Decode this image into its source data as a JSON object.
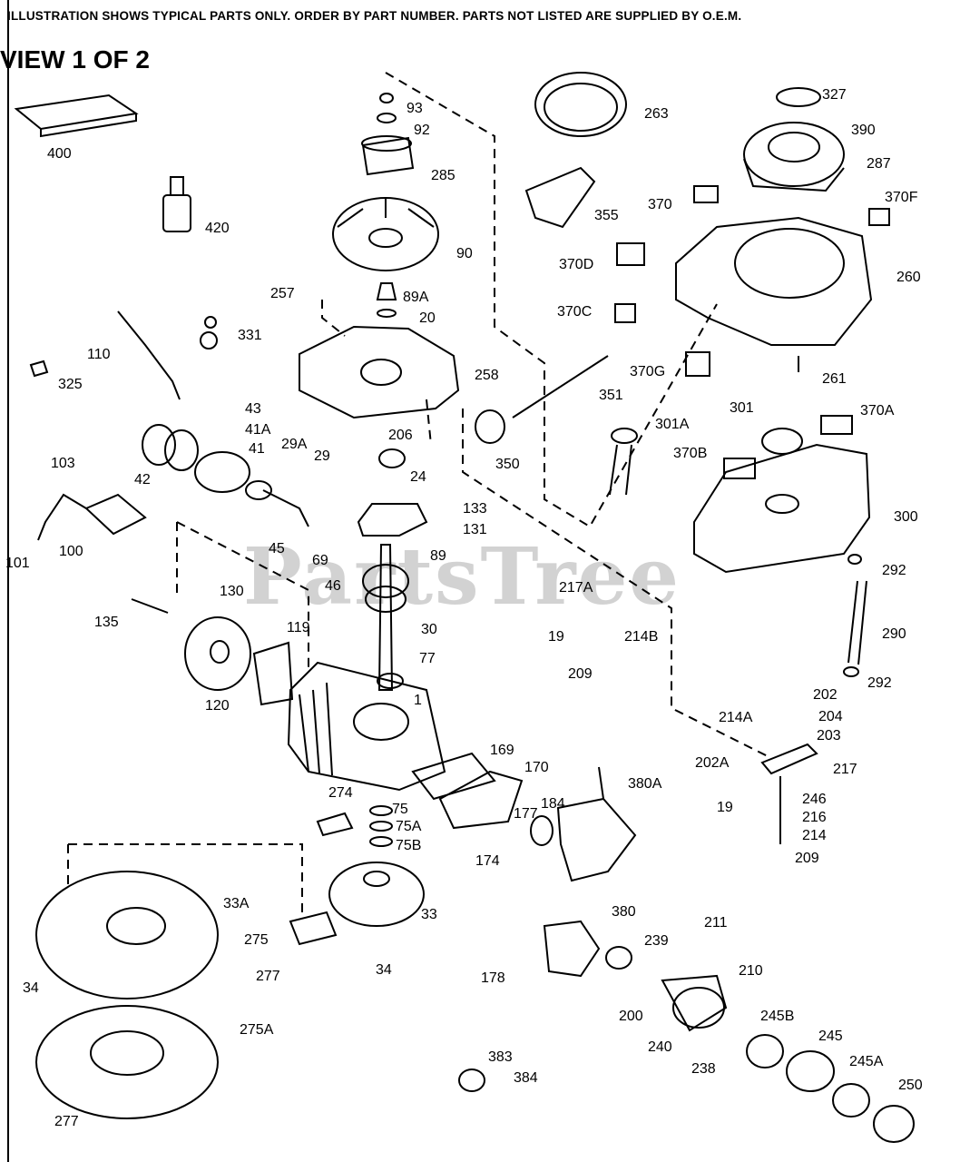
{
  "header": {
    "notice": "ILLUSTRATION SHOWS TYPICAL PARTS ONLY.  ORDER BY PART NUMBER.  PARTS NOT LISTED ARE SUPPLIED BY O.E.M.",
    "view_title": "VIEW 1 OF 2"
  },
  "watermark": "PartsTree",
  "parts": [
    "93",
    "92",
    "285",
    "90",
    "89A",
    "20",
    "257",
    "258",
    "206",
    "24",
    "263",
    "355",
    "327",
    "390",
    "287",
    "370",
    "370F",
    "370D",
    "260",
    "370C",
    "370G",
    "261",
    "351",
    "301A",
    "301",
    "370A",
    "370B",
    "300",
    "350",
    "133",
    "131",
    "89",
    "69",
    "46",
    "30",
    "77",
    "1",
    "292",
    "290",
    "217A",
    "19",
    "214B",
    "209",
    "202",
    "204",
    "214A",
    "203",
    "202A",
    "217",
    "246",
    "216",
    "214",
    "400",
    "420",
    "110",
    "331",
    "325",
    "43",
    "41A",
    "41",
    "29A",
    "29",
    "42",
    "45",
    "103",
    "100",
    "101",
    "135",
    "130",
    "119",
    "120",
    "169",
    "170",
    "184",
    "380A",
    "177",
    "174",
    "274",
    "75",
    "75A",
    "75B",
    "33",
    "33A",
    "275",
    "34",
    "277",
    "380",
    "239",
    "178",
    "211",
    "210",
    "200",
    "245B",
    "245",
    "240",
    "238",
    "245A",
    "250",
    "383",
    "384",
    "275A"
  ]
}
